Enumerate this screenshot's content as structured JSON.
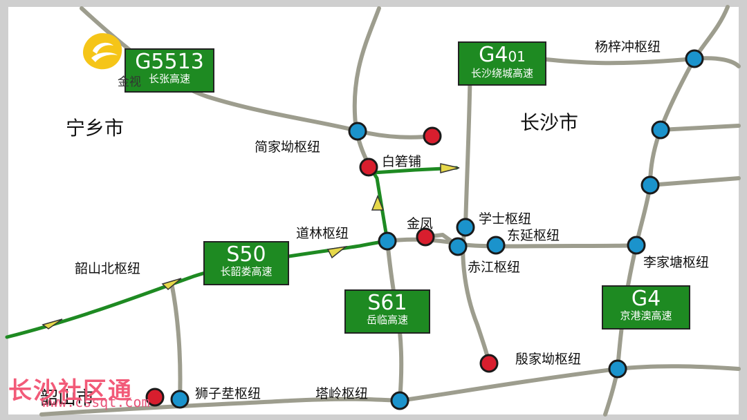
{
  "cities": {
    "ningxiang": "宁乡市",
    "changsha": "长沙市",
    "shaoshan": "韶山市"
  },
  "signs": {
    "g5513": {
      "number": "G5513",
      "name": "长张高速"
    },
    "g4001": {
      "number": "G4",
      "number_small": "01",
      "name": "长沙绕城高速"
    },
    "s50": {
      "number": "S50",
      "name": "长韶娄高速"
    },
    "s61": {
      "number": "S61",
      "name": "岳临高速"
    },
    "g4": {
      "number": "G4",
      "name": "京港澳高速"
    }
  },
  "labels": {
    "jianjiaba": "简家坳枢纽",
    "baijiapu": "白箬铺",
    "daolin": "道林枢纽",
    "jinfeng": "金凤",
    "xueshi": "学士枢纽",
    "dongyan": "东延枢纽",
    "chijiang": "赤江枢纽",
    "yangzichong": "杨梓冲枢纽",
    "lijiatang": "李家塘枢纽",
    "shaoshanbei": "韶山北枢纽",
    "yinjiaba": "殷家坳枢纽",
    "shiziping": "狮子坓枢纽",
    "taling": "塔岭枢纽"
  },
  "logo_text": "金视",
  "watermark": {
    "name": "长沙社区通",
    "url": "www.cssqt.com"
  },
  "colors": {
    "road": "#9d9d8e",
    "route": "#1e8a22",
    "sign_bg": "#1e8a22",
    "node_blue": "#1b93cc",
    "node_red": "#d81e2e",
    "arrow": "#e6d84a",
    "logo": "#f5c518"
  },
  "icons": {
    "junction": "blue-circle-node",
    "toll": "red-circle-node",
    "direction": "triangle-arrow"
  }
}
